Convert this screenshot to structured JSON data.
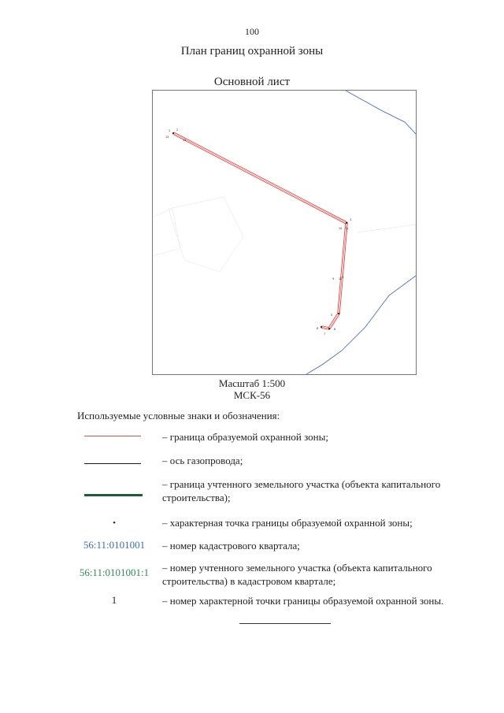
{
  "page_number": "100",
  "title": "План границ охранной зоны",
  "subtitle": "Основной лист",
  "scale": "Масштаб 1:500",
  "crs": "МСК-56",
  "legend": {
    "heading": "Используемые условные знаки и обозначения:",
    "items": [
      {
        "desc": "– граница образуемой охранной зоны;"
      },
      {
        "desc": "– ось газопровода;"
      },
      {
        "desc": "– граница учтенного земельного участка (объекта капитального строительства);"
      },
      {
        "symbol": "•",
        "desc": "– характерная точка границы образуемой охранной зоны;"
      },
      {
        "symbol": "56:11:0101001",
        "desc": "– номер кадастрового квартала;"
      },
      {
        "symbol": "56:11:0101001:1",
        "desc": "– номер учтенного земельного участка (объекта капитального строительства) в кадастровом квартале;"
      },
      {
        "symbol": "1",
        "desc": "– номер характерной точки границы образуемой охранной зоны."
      }
    ]
  },
  "colors": {
    "zone_boundary": "#d9534f",
    "pipeline_axis": "#1a1a1a",
    "parcel_boundary": "#1f5a3a",
    "quarter_number": "#3b6fb0",
    "parcel_number": "#2e8a5c",
    "map_blue_line": "#3a5fc8"
  },
  "map": {
    "point_labels": [
      "1",
      "2",
      "3",
      "4",
      "5",
      "6",
      "7",
      "8",
      "9",
      "10",
      "11",
      "12",
      "13",
      "14"
    ]
  }
}
